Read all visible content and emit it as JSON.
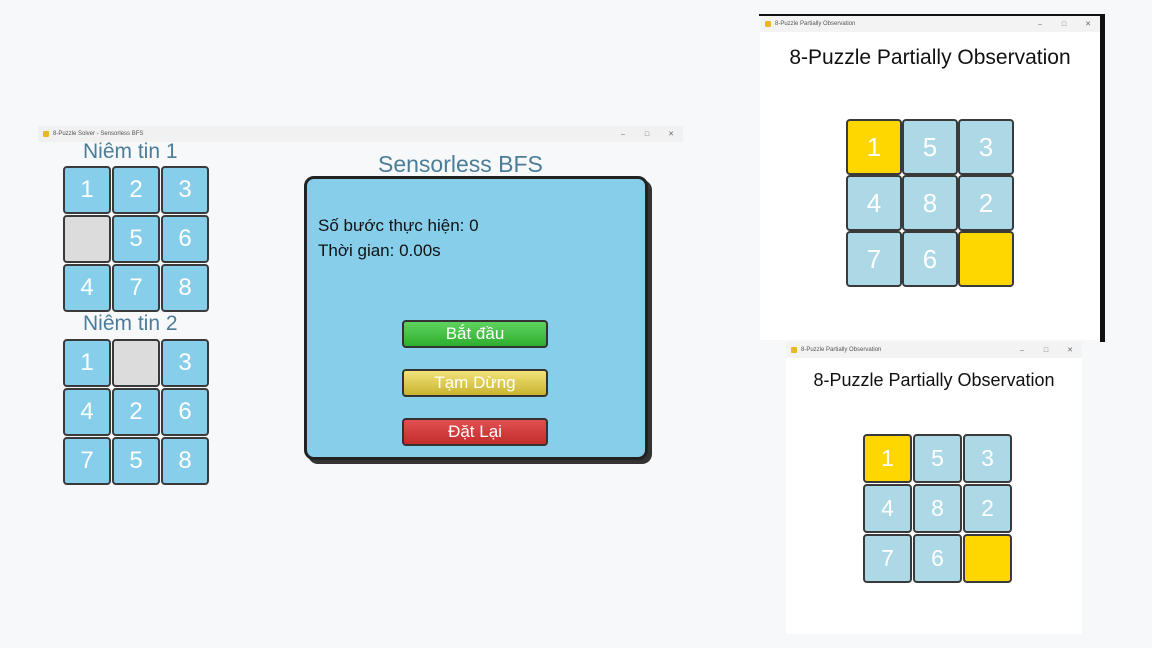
{
  "sensorless_window": {
    "title": "8-Puzzle Solver - Sensorless BFS",
    "belief1_label": "Niêm tin 1",
    "belief1_tiles": [
      "1",
      "2",
      "3",
      "",
      "5",
      "6",
      "4",
      "7",
      "8"
    ],
    "belief2_label": "Niêm tin 2",
    "belief2_tiles": [
      "1",
      "",
      "3",
      "4",
      "2",
      "6",
      "7",
      "5",
      "8"
    ],
    "heading": "Sensorless BFS",
    "steps_text": "Số bước thực hiện: 0",
    "time_text": "Thời gian: 0.00s",
    "start_label": "Bắt đầu",
    "pause_label": "Tạm Dừng",
    "reset_label": "Đặt Lại"
  },
  "po_window_top": {
    "title": "8-Puzzle Partially Observation",
    "heading": "8-Puzzle Partially Observation",
    "tiles": [
      "1",
      "5",
      "3",
      "4",
      "8",
      "2",
      "7",
      "6",
      ""
    ]
  },
  "po_window_bottom": {
    "title": "8-Puzzle Partially Observation",
    "heading": "8-Puzzle Partially Observation",
    "tiles": [
      "1",
      "5",
      "3",
      "4",
      "8",
      "2",
      "7",
      "6",
      ""
    ]
  },
  "window_controls": {
    "minimize": "–",
    "maximize": "□",
    "close": "✕"
  },
  "colors": {
    "tile_blue": "#87ceeb",
    "tile_empty": "#dcdcdc",
    "tile_pale": "#add8e6",
    "tile_yellow": "#ffd700",
    "heading_text": "#4b7d99",
    "btn_start": "#2eae2e",
    "btn_pause": "#c9b42f",
    "btn_reset": "#c42c2c"
  }
}
